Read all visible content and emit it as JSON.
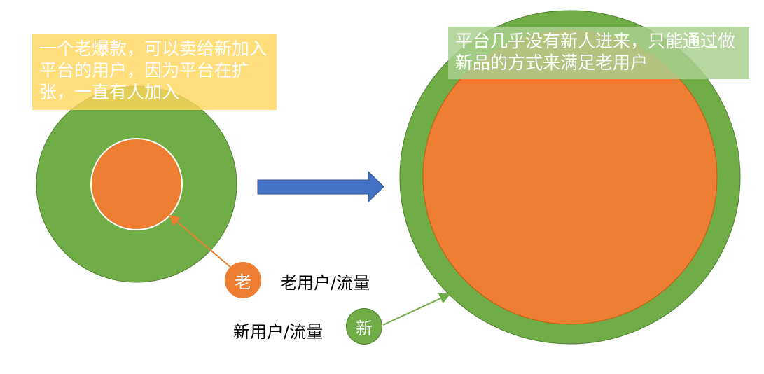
{
  "notes": {
    "left": "一个老爆款，可以卖给新加入平台的用户，因为平台在扩张，一直有人加入",
    "right": "平台几乎没有新人进来，只能通过做新品的方式来满足老用户"
  },
  "legend": {
    "old_badge": "老",
    "old_label": "老用户/流量",
    "new_badge": "新",
    "new_label": "新用户/流量"
  },
  "colors": {
    "green": "#70AD47",
    "orange": "#ED7D31",
    "blue": "#4472C4"
  }
}
